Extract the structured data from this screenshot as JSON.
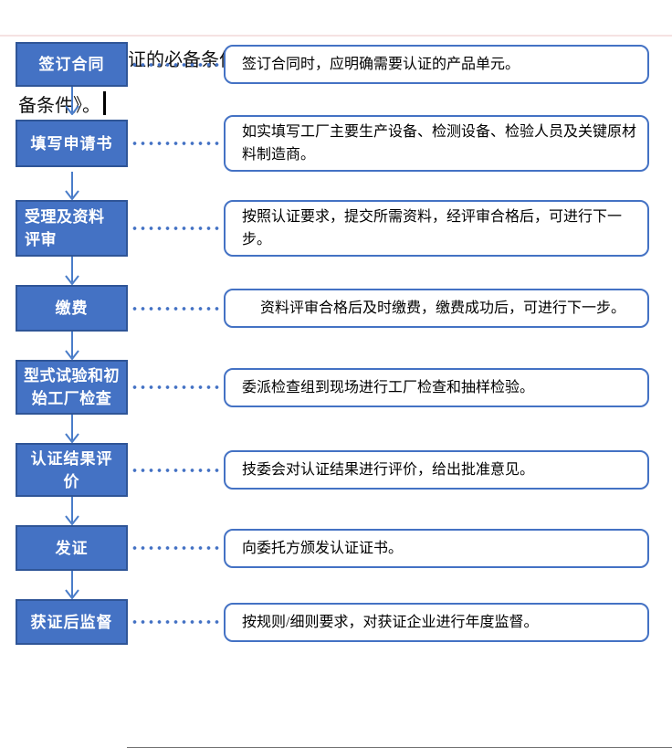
{
  "colors": {
    "accent": "#4472c4",
    "step_box_fill": "#4472c4",
    "step_box_border": "#2f5597",
    "arrow": "#4a7dc9",
    "top_border": "#f5e2e2"
  },
  "flowchart": {
    "steps": [
      {
        "label": "签订合同",
        "desc": "签订合同时，应明确需要认证的产品单元。"
      },
      {
        "label": "填写申请书",
        "desc": "如实填写工厂主要生产设备、检测设备、检验人员及关键原材料制造商。"
      },
      {
        "label": "受理及资料\n评审",
        "desc": "按照认证要求，提交所需资料，经评审合格后，可进行下一步。"
      },
      {
        "label": "缴费",
        "desc": "资料评审合格后及时缴费，缴费成功后，可进行下一步。"
      },
      {
        "label": "型式试验和初\n始工厂检查",
        "desc": "委派检查组到现场进行工厂检查和抽样检验。"
      },
      {
        "label": "认证结果评\n价",
        "desc": "技委会对认证结果进行评价，给出批准意见。"
      },
      {
        "label": "发证",
        "desc": "向委托方颁发认证证书。"
      },
      {
        "label": "获证后监督",
        "desc": "按规则/细则要求，对获证企业进行年度监督。"
      }
    ]
  },
  "note": {
    "line1": "备注：申请认证的必备条件，见本网站“常用下载”中《申请认证必",
    "line2": "备条件》。"
  }
}
